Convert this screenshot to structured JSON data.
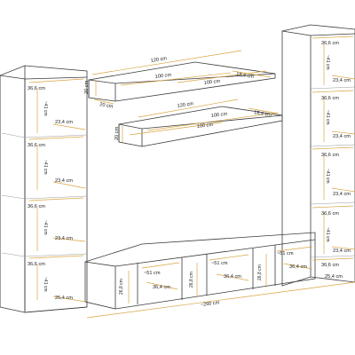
{
  "labels": {
    "shelf_top_width": "120 cm",
    "shelf_top_inner_left": "100 cm",
    "shelf_top_inner_right": "100 cm",
    "shelf_top_depth_right": "18,4 cm",
    "shelf_top_height": "20 cm",
    "shelf_top_depth_left": "20 cm",
    "shelf_bottom_width": "120 cm",
    "shelf_bottom_inner_top": "100 cm",
    "shelf_bottom_inner_low": "100 cm",
    "shelf_bottom_depth_right": "18,4 cm",
    "shelf_bottom_height": "20 cm",
    "left_cab_depth_1": "36,6 cm",
    "left_cab_height_1": "~41 cm",
    "left_cab_width_1": "23,4 cm",
    "left_cab_depth_2": "36,6 cm",
    "left_cab_height_2": "~41 cm",
    "left_cab_width_2": "23,4 cm",
    "left_cab_depth_3": "36,6 cm",
    "left_cab_height_3": "~41 cm",
    "left_cab_width_3": "23,4 cm",
    "left_cab_depth_4": "36,6 cm",
    "left_cab_height_4": "~41 cm",
    "left_cab_width_4": "25,4 cm",
    "right_cab_depth_1": "36,6 cm",
    "right_cab_height_1": "~41 cm",
    "right_cab_width_1": "23,4 cm",
    "right_cab_depth_2": "36,6 cm",
    "right_cab_height_2": "~41 cm",
    "right_cab_width_2": "23,4 cm",
    "right_cab_depth_3": "36,6 cm",
    "right_cab_height_3": "~41 cm",
    "right_cab_width_3": "23,4 cm",
    "right_cab_depth_4": "36,6 cm",
    "right_cab_height_4": "~41 cm",
    "right_cab_width_4": "23,4 cm",
    "right_cab_depth_5": "36,6 cm",
    "right_cab_width_5": "25,4 cm",
    "tv_comp1_width": "~51 cm",
    "tv_comp1_height": "26,8 cm",
    "tv_comp1_depth": "36,4 cm",
    "tv_comp2_width": "~51 cm",
    "tv_comp2_height": "26,8 cm",
    "tv_comp2_depth": "36,4 cm",
    "tv_comp3_width": "~51 cm",
    "tv_comp3_height": "26,8 cm",
    "tv_comp3_depth": "36,4 cm",
    "total_width": "~260 cm"
  },
  "colors": {
    "outline": "#3a3a3a",
    "dimension": "#d9a441",
    "text": "#222222"
  }
}
